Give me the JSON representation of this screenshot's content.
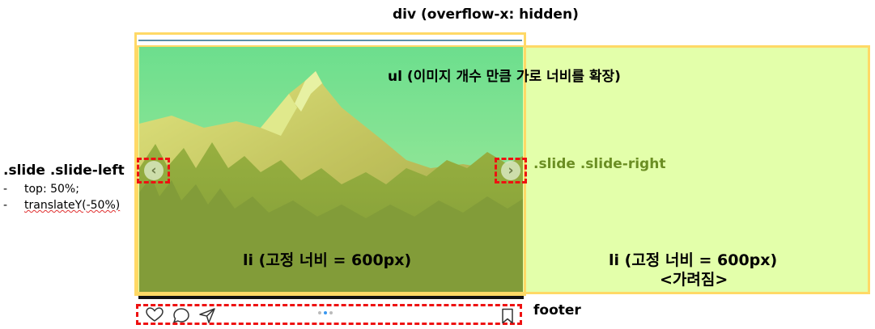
{
  "title": "div (overflow-x: hidden)",
  "ul_label": "ul (이미지 개수 만큼 가로 너비를 확장)",
  "li_visible_label": "li (고정 너비 = 600px)",
  "li_hidden_label": "li (고정 너비 = 600px)",
  "li_hidden_note": "<가려짐>",
  "slide_right_label": ".slide .slide-right",
  "slide_left_label": ".slide .slide-left",
  "slide_left_notes": [
    "top: 50%;",
    "translateY(-50%)"
  ],
  "note_bullet": "-",
  "prev_glyph": "‹",
  "next_glyph": "›",
  "footer_label": "footer",
  "footer_icons": [
    "heart-icon",
    "comment-icon",
    "send-icon",
    "bookmark-icon"
  ],
  "pagination": {
    "count": 3,
    "active_index": 1
  },
  "colors": {
    "frame_yellow": "#ffd966",
    "ul_fill": "#e3ffaa",
    "dashed_red": "#ee1111",
    "slide_right_text": "#6b8e23",
    "active_dot": "#3897f0"
  }
}
